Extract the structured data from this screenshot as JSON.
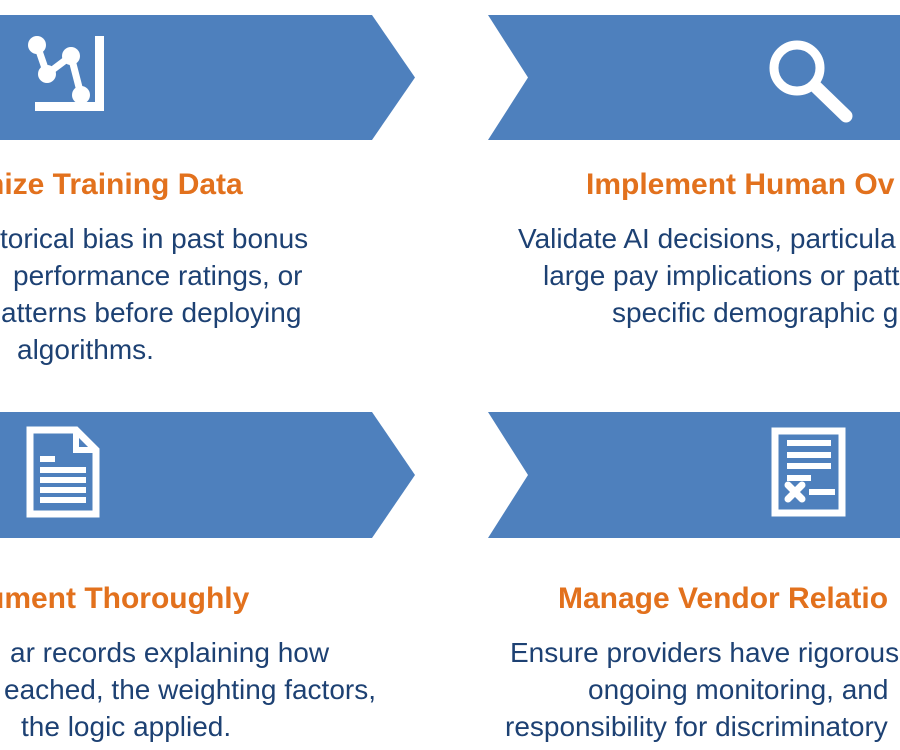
{
  "colors": {
    "arrow_blue": "#4e80bd",
    "heading_orange": "#e2711d",
    "body_navy": "#1d4173",
    "icon_white": "#ffffff"
  },
  "steps": [
    {
      "icon": "line-chart-icon",
      "heading": "nize Training Data",
      "lines": [
        "torical bias in past bonus",
        "performance ratings, or",
        "atterns before deploying",
        "algorithms."
      ]
    },
    {
      "icon": "magnifier-icon",
      "heading": "Implement Human Ov",
      "lines": [
        "Validate AI decisions, particula",
        "large pay implications or patte",
        "specific demographic gr"
      ]
    },
    {
      "icon": "document-icon",
      "heading": "ument Thoroughly",
      "lines": [
        "ar records explaining how",
        "eached, the weighting factors,",
        "the logic applied."
      ]
    },
    {
      "icon": "contract-icon",
      "heading": "Manage Vendor Relatio",
      "lines": [
        "Ensure providers have rigorous",
        "ongoing monitoring, and",
        "responsibility for discriminatory"
      ]
    }
  ]
}
